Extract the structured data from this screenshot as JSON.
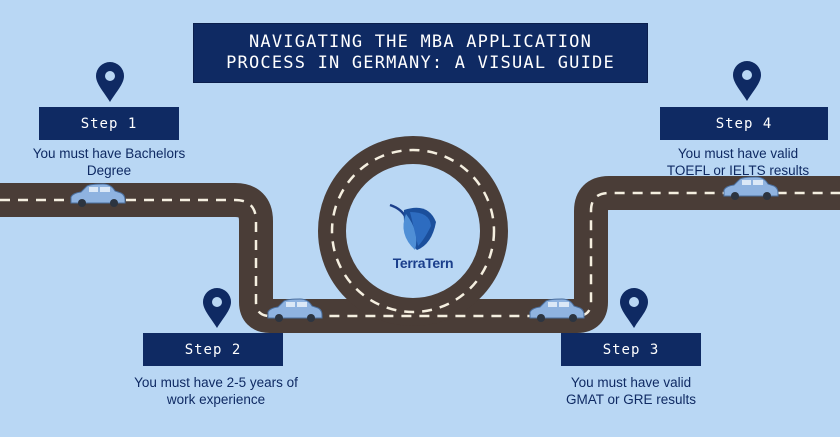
{
  "title": {
    "line1": "NAVIGATING THE MBA APPLICATION",
    "line2": "PROCESS IN GERMANY: A VISUAL GUIDE"
  },
  "steps": [
    {
      "label": "Step 1",
      "line1": "You must have Bachelors",
      "line2": "Degree"
    },
    {
      "label": "Step 2",
      "line1": "You must have 2-5 years of",
      "line2": "work experience"
    },
    {
      "label": "Step 3",
      "line1": "You must have valid",
      "line2": "GMAT or GRE results"
    },
    {
      "label": "Step 4",
      "line1": "You must have valid",
      "line2": "TOEFL or IELTS results"
    }
  ],
  "logo": {
    "text": "TerraTern"
  },
  "colors": {
    "background": "#b9d7f4",
    "road": "#4a3d37",
    "road_dash": "#f5efe0",
    "navy": "#0f2a63",
    "car": "#8fb3e0"
  }
}
